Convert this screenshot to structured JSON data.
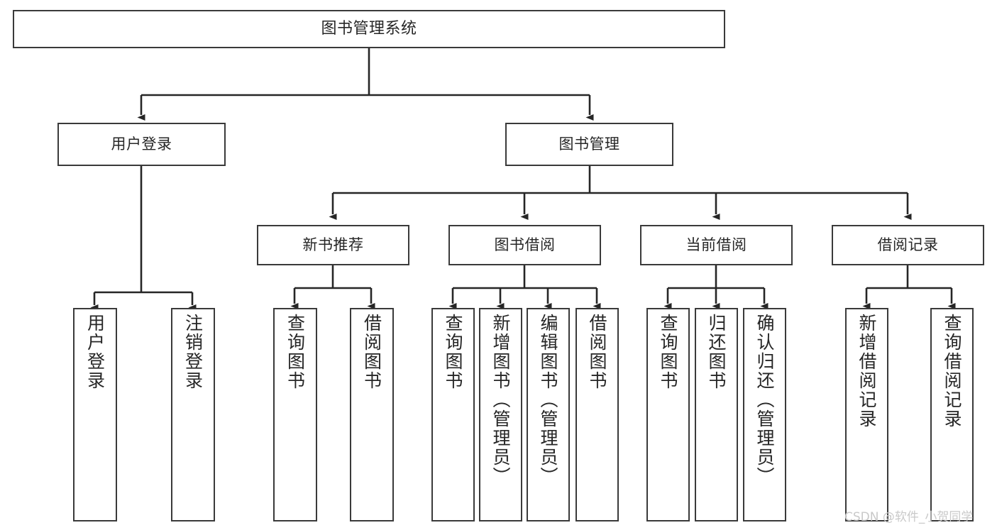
{
  "diagram": {
    "type": "tree-hierarchy",
    "title": "图书管理系统",
    "background": "#ffffff",
    "box_border_color": "#3a3a3a",
    "text_color": "#262626",
    "edge_color": "#262626",
    "watermark": "CSDN @软件_小贺同学",
    "watermark_color": "#c9c9c9"
  },
  "nodes": {
    "root": {
      "label": "图书管理系统"
    },
    "level1": [
      {
        "id": "user-login",
        "label": "用户登录"
      },
      {
        "id": "book-manage",
        "label": "图书管理"
      }
    ],
    "level2": [
      {
        "id": "new-book-recommend",
        "label": "新书推荐"
      },
      {
        "id": "book-borrow",
        "label": "图书借阅"
      },
      {
        "id": "current-borrow",
        "label": "当前借阅"
      },
      {
        "id": "borrow-record",
        "label": "借阅记录"
      }
    ],
    "leaves": {
      "user_login": [
        {
          "id": "leaf-user-login",
          "label": "用户登录"
        },
        {
          "id": "leaf-logout-login",
          "label": "注销登录"
        }
      ],
      "new_book_recommend": [
        {
          "id": "leaf-query-book-1",
          "label": "查询图书"
        },
        {
          "id": "leaf-borrow-book-1",
          "label": "借阅图书"
        }
      ],
      "book_borrow": [
        {
          "id": "leaf-query-book-2",
          "label": "查询图书"
        },
        {
          "id": "leaf-add-book",
          "label": "新增图书（管理员）"
        },
        {
          "id": "leaf-edit-book",
          "label": "编辑图书（管理员）"
        },
        {
          "id": "leaf-borrow-book-2",
          "label": "借阅图书"
        }
      ],
      "current_borrow": [
        {
          "id": "leaf-query-book-3",
          "label": "查询图书"
        },
        {
          "id": "leaf-return-book",
          "label": "归还图书"
        },
        {
          "id": "leaf-confirm-return",
          "label": "确认归还（管理员）"
        }
      ],
      "borrow_record": [
        {
          "id": "leaf-add-record",
          "label": "新增借阅记录"
        },
        {
          "id": "leaf-query-record",
          "label": "查询借阅记录"
        }
      ]
    }
  }
}
